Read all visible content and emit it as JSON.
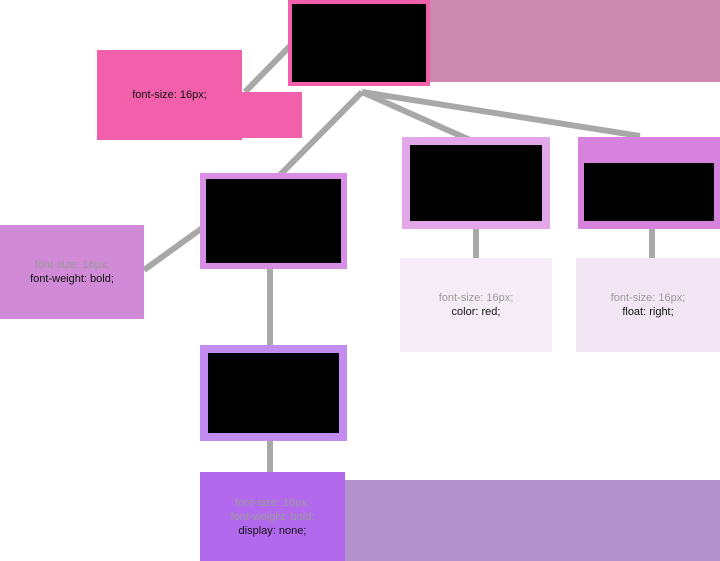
{
  "diagram": {
    "title": "CSS inheritance tree",
    "nodes": {
      "root": {
        "label": ""
      },
      "child_left": {
        "label": ""
      },
      "child_mid": {
        "label": ""
      },
      "child_right": {
        "label": ""
      },
      "grandchild": {
        "label": ""
      }
    },
    "styles": {
      "root": {
        "inherited": [],
        "own": [
          "font-size: 16px;"
        ]
      },
      "child_left": {
        "inherited": [
          "font-size: 16px;"
        ],
        "own": [
          "font-weight: bold;"
        ]
      },
      "child_mid": {
        "inherited": [
          "font-size: 16px;"
        ],
        "own": [
          "color: red;"
        ]
      },
      "child_right": {
        "inherited": [
          "font-size: 16px;"
        ],
        "own": [
          "float: right;"
        ]
      },
      "grandchild": {
        "inherited": [
          "font-size: 16px;",
          "font-weight: bold;"
        ],
        "own": [
          "display: none;"
        ]
      }
    },
    "colors": {
      "root_pink": "#f25faa",
      "root_wash": "#cc8ab0",
      "left_border": "#d98ee6",
      "left_style": "#d08ad6",
      "mid_border": "#e3a6e9",
      "mid_style": "#f6ecf7",
      "right_border": "#d782dd",
      "right_style": "#f3e6f4",
      "grand_border": "#c38cf0",
      "grand_style": "#b269ee",
      "grand_wash": "#b392cc",
      "connector": "#a8a8a8"
    }
  }
}
